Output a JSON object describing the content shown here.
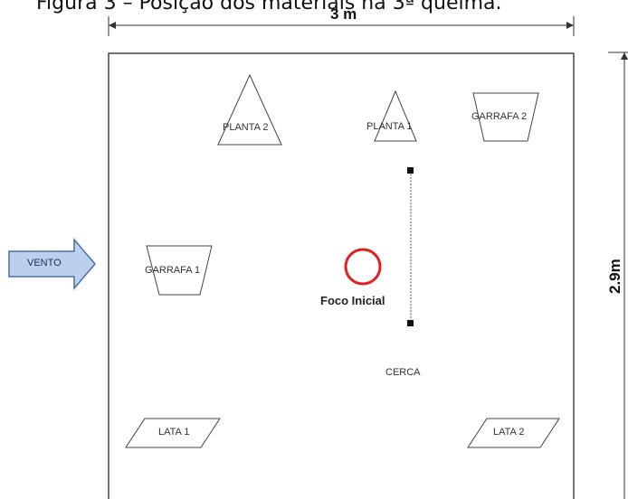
{
  "caption": "Figura 3 – Posição dos materiais na 3ª queima.",
  "width_label": "3 m",
  "height_label": "2.9m",
  "wind_label": "VENTO",
  "focus_label": "Foco Inicial",
  "fence_label": "CERCA",
  "objects": {
    "planta1": "PLANTA 1",
    "planta2": "PLANTA 2",
    "garrafa1": "GARRAFA 1",
    "garrafa2": "GARRAFA 2",
    "lata1": "LATA 1",
    "lata2": "LATA 2"
  },
  "colors": {
    "focus_ring": "#e02020",
    "wind_arrow_fill": "#bcd0ee",
    "wind_arrow_stroke": "#4a6fa8"
  }
}
